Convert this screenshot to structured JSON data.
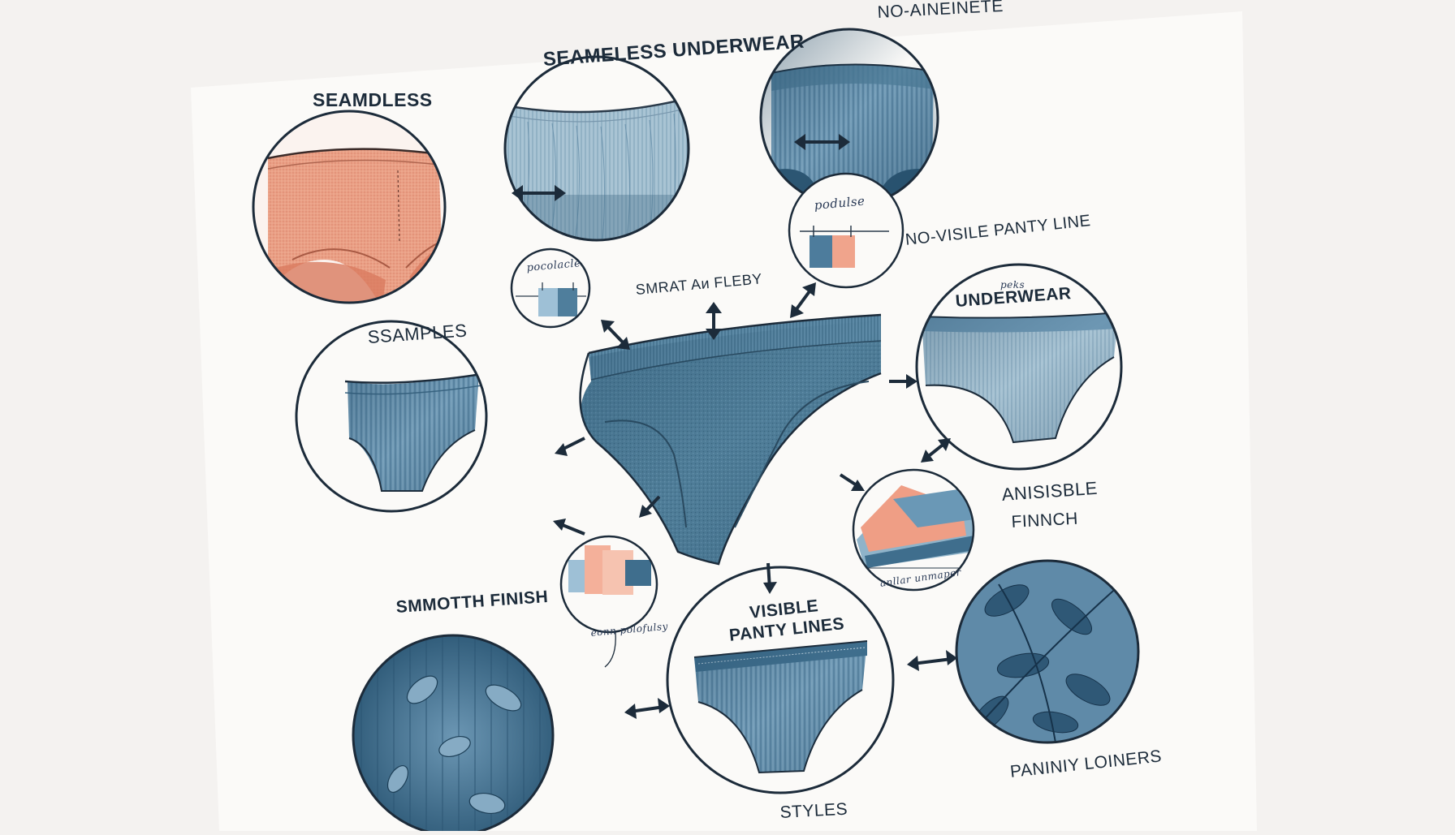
{
  "labels": {
    "seamdless": "SEAMDLESS",
    "seamless_underwear": "SEAMELESS UNDERWEAR",
    "no_aineinete": "NO-AINEINETE",
    "no_visile_panty_line": "NO-VISILE PANTY LINE",
    "ssamples": "SSAMPLES",
    "smrat_fleby": "SMRAT Aи FLEBY",
    "podulse": "podulse",
    "pocolacle": "pocolacle",
    "peks": "peks",
    "underwear": "UNDERWEAR",
    "anisisble": "ANISISBLE",
    "finnch": "FINNCH",
    "anllar_unmaper": "anllar unmaper",
    "smmotth_finish": "SMMOTTH FINISH",
    "eonn_polofulsy": "eonn polofulsy",
    "visible": "VISIBLE",
    "panty_lines": "PANTY LINES",
    "paniniy_loiners": "PANINIY LOINERS",
    "styles": "STYLES"
  },
  "colors": {
    "background": "#f4f2f0",
    "paper": "#fbfaf8",
    "ink": "#1c2b3a",
    "blue_dark": "#2e5a78",
    "blue_mid": "#4e7e9e",
    "blue_light": "#8fb3c9",
    "peach": "#e48e72",
    "peach_light": "#f4b9a3"
  },
  "icons": [
    "double-arrow-icon",
    "arrow-icon",
    "fabric-swatch-icon",
    "underwear-icon",
    "leaf-pattern-icon"
  ]
}
